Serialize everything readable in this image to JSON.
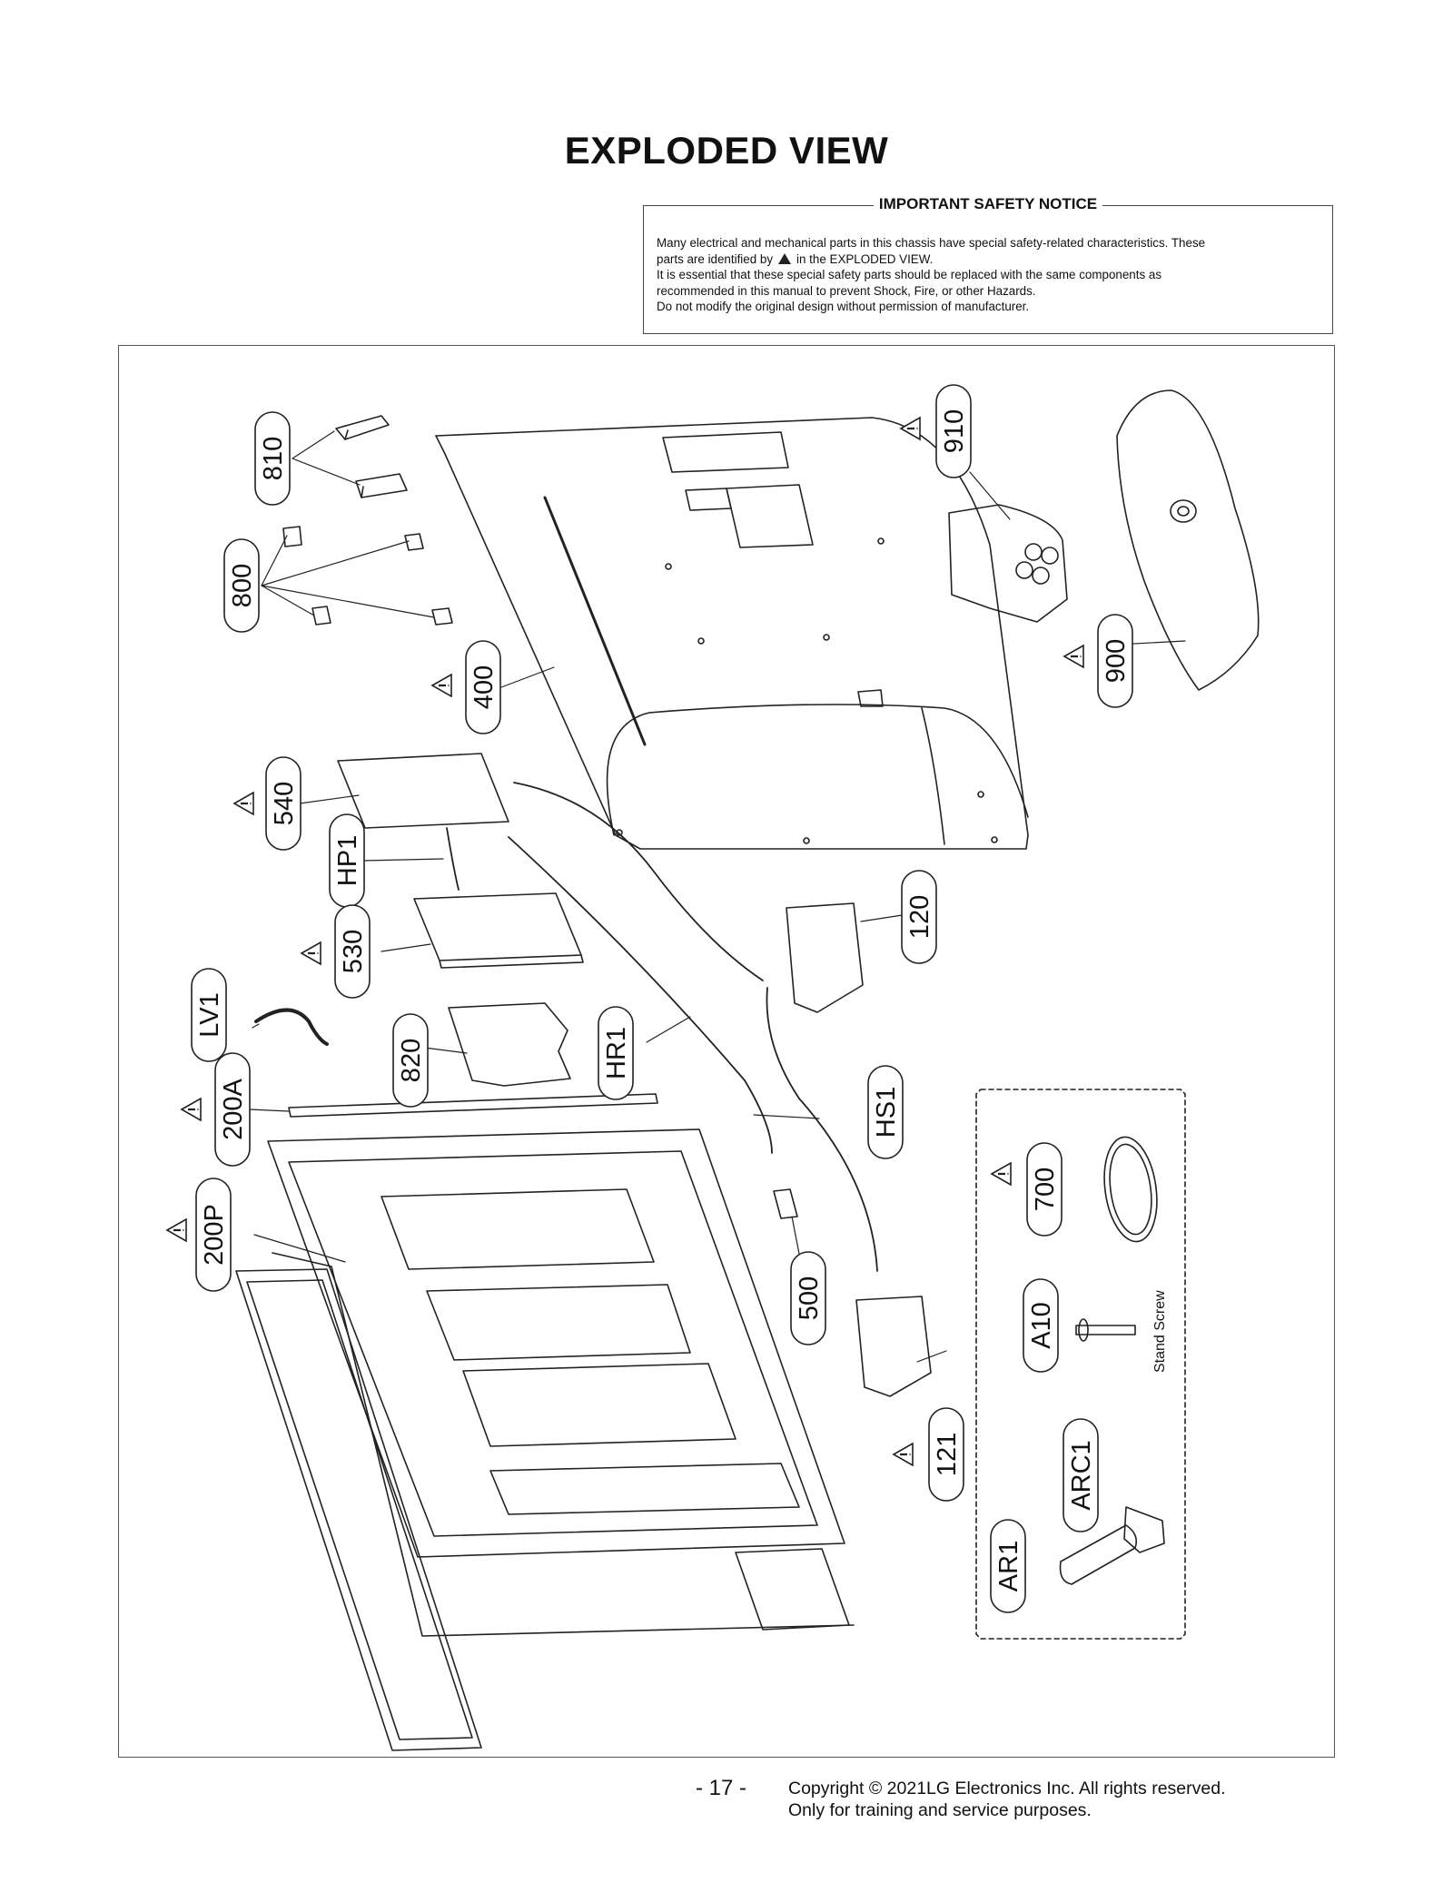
{
  "page": {
    "title": "EXPLODED VIEW",
    "page_number": "- 17 -"
  },
  "notice": {
    "title": "IMPORTANT SAFETY NOTICE",
    "line1": "Many electrical and mechanical parts in this chassis have special safety-related characteristics. These",
    "line2a": "parts are identified by",
    "line2b": "in the EXPLODED VIEW.",
    "line3": "It is essential that these special safety parts should be replaced with the same components as",
    "line4": "recommended in this manual to prevent Shock, Fire, or other Hazards.",
    "line5": "Do not modify the original design without permission of manufacturer."
  },
  "footer": {
    "copyright": "Copyright © 2021LG Electronics Inc. All rights reserved.",
    "usage": "Only for training and service purposes."
  },
  "parts": [
    {
      "id": "810",
      "safety": false
    },
    {
      "id": "800",
      "safety": false
    },
    {
      "id": "400",
      "safety": true
    },
    {
      "id": "910",
      "safety": true
    },
    {
      "id": "900",
      "safety": true
    },
    {
      "id": "540",
      "safety": true
    },
    {
      "id": "HP1",
      "safety": false
    },
    {
      "id": "530",
      "safety": true
    },
    {
      "id": "120",
      "safety": false
    },
    {
      "id": "LV1",
      "safety": false
    },
    {
      "id": "820",
      "safety": false
    },
    {
      "id": "HR1",
      "safety": false
    },
    {
      "id": "200A",
      "safety": true
    },
    {
      "id": "HS1",
      "safety": false
    },
    {
      "id": "700",
      "safety": true
    },
    {
      "id": "200P",
      "safety": true
    },
    {
      "id": "500",
      "safety": false
    },
    {
      "id": "A10",
      "safety": false
    },
    {
      "id": "121",
      "safety": true
    },
    {
      "id": "ARC1",
      "safety": false
    },
    {
      "id": "AR1",
      "safety": false
    }
  ],
  "accessory_labels": {
    "stand_screw": "Stand Screw"
  }
}
